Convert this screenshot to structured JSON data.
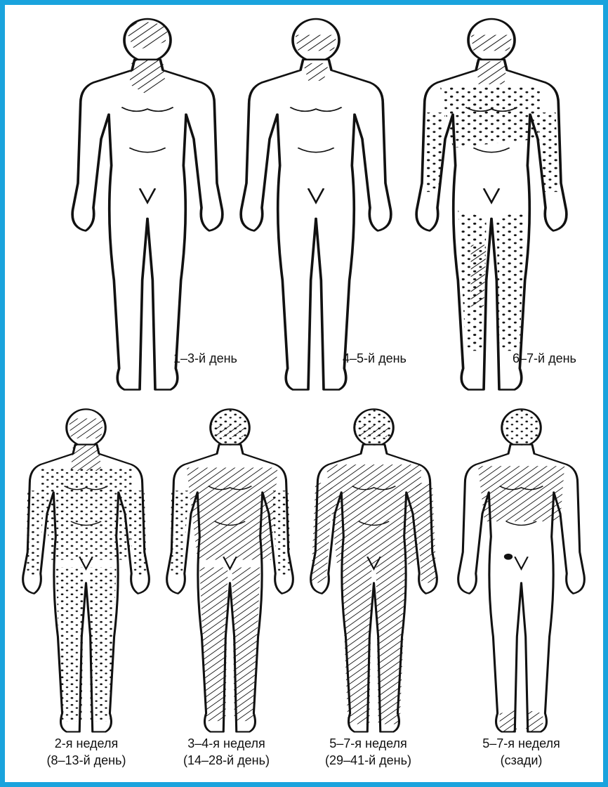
{
  "border_color": "#1aa3dd",
  "stages": [
    {
      "line1": "1–3-й день"
    },
    {
      "line1": "4–5-й день"
    },
    {
      "line1": "6–7-й день"
    },
    {
      "line1": "2-я неделя",
      "line2": "(8–13-й день)"
    },
    {
      "line1": "3–4-я неделя",
      "line2": "(14–28-й день)"
    },
    {
      "line1": "5–7-я неделя",
      "line2": "(29–41-й день)"
    },
    {
      "line1": "5–7-я неделя",
      "line2": "(сзади)"
    }
  ]
}
